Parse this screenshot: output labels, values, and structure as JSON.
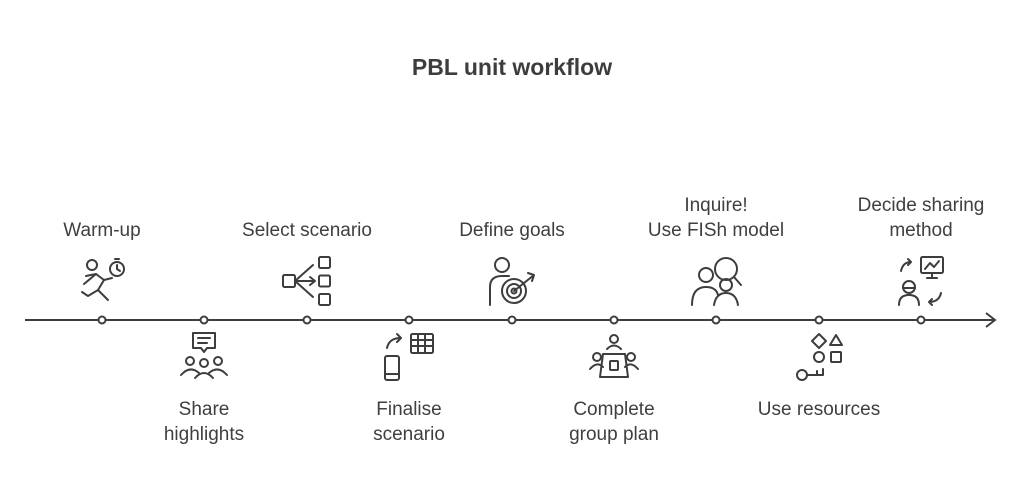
{
  "title": "PBL unit workflow",
  "steps": [
    {
      "lines": [
        "Warm-up"
      ],
      "position": "above",
      "icon": "runner-stopwatch-icon"
    },
    {
      "lines": [
        "Share",
        "highlights"
      ],
      "position": "below",
      "icon": "group-chat-icon"
    },
    {
      "lines": [
        "Select scenario"
      ],
      "position": "above",
      "icon": "branching-options-icon"
    },
    {
      "lines": [
        "Finalise",
        "scenario"
      ],
      "position": "below",
      "icon": "phone-table-icon"
    },
    {
      "lines": [
        "Define goals"
      ],
      "position": "above",
      "icon": "person-target-icon"
    },
    {
      "lines": [
        "Complete",
        "group plan"
      ],
      "position": "below",
      "icon": "meeting-table-icon"
    },
    {
      "lines": [
        "Inquire!",
        "Use FISh model"
      ],
      "position": "above",
      "icon": "people-magnifier-icon"
    },
    {
      "lines": [
        "Use resources"
      ],
      "position": "below",
      "icon": "shapes-key-icon"
    },
    {
      "lines": [
        "Decide sharing",
        "method"
      ],
      "position": "above",
      "icon": "presenter-chart-icon"
    }
  ]
}
